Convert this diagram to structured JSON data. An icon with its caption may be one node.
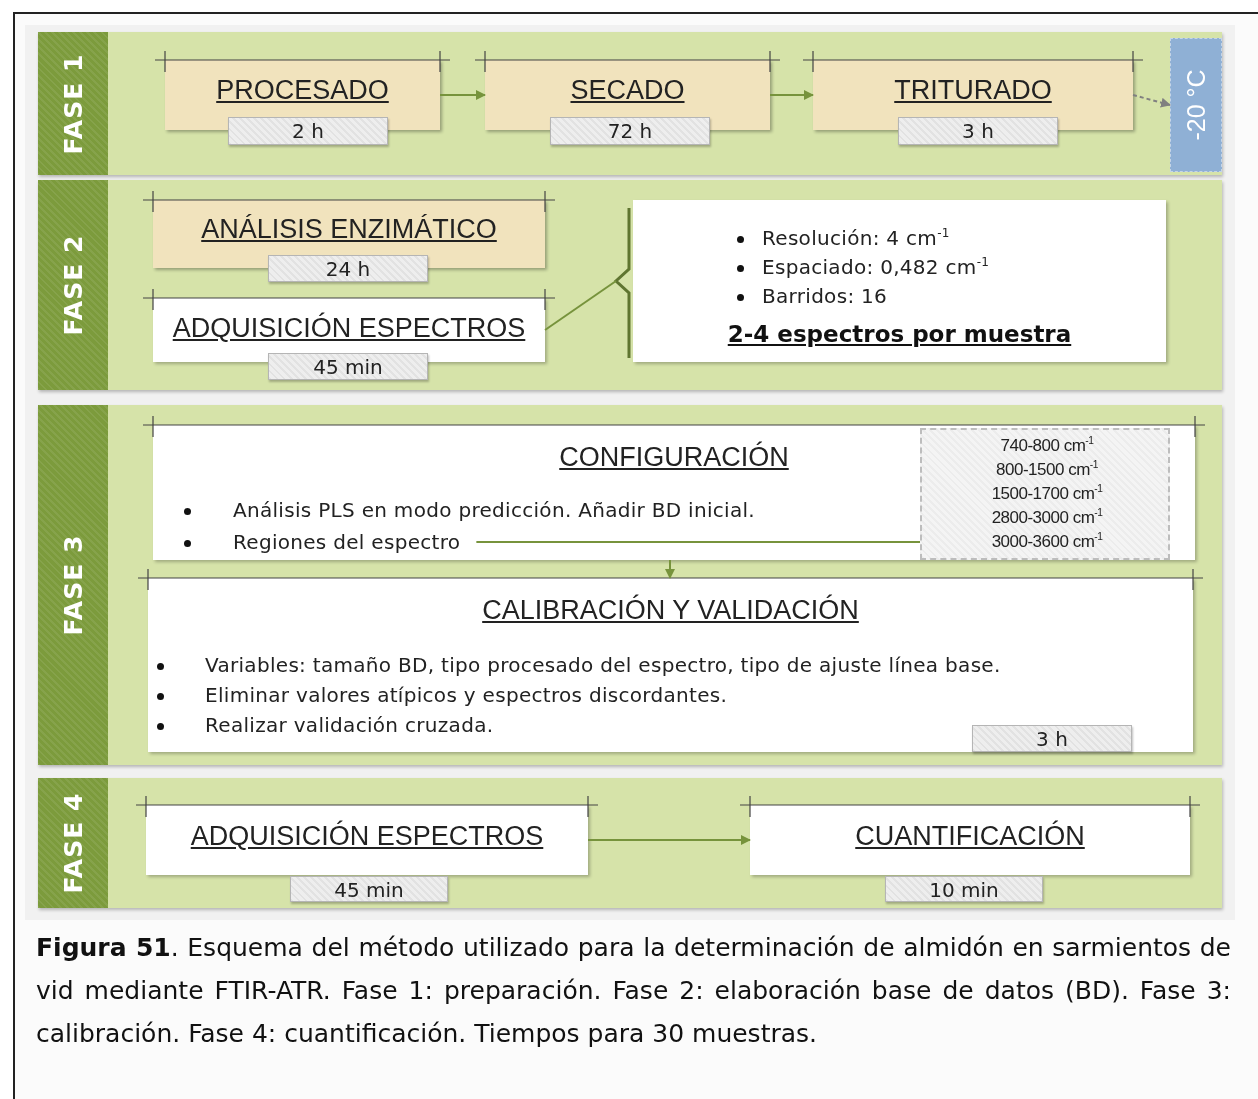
{
  "diagram": {
    "caption": "**Figura 51**. Esquema del método utilizado para la determinación de almidón en sarmientos de vid mediante FTIR-ATR. Fase 1: preparación. Fase 2: elaboración base de datos (BD). Fase 3: calibración. Fase 4: cuantificación. Tiempos para 30 muestras.",
    "nodes": [
      {
        "text": [
          "FASE 1"
        ]
      },
      {
        "text": [
          "PROCESADO",
          "2 h"
        ],
        "in": 0
      },
      {
        "text": [
          "SECADO",
          "72 h"
        ],
        "in": 0
      },
      {
        "text": [
          "TRITURADO",
          "3 h"
        ],
        "in": 0
      },
      {
        "text": [
          "-20 °C"
        ],
        "in": 0
      },
      {
        "text": [
          "FASE 2"
        ]
      },
      {
        "text": [
          "ANÁLISIS ENZIMÁTICO",
          "24 h"
        ],
        "in": 5
      },
      {
        "text": [
          "ADQUISICIÓN ESPECTROS",
          "45 min"
        ],
        "in": 5
      },
      {
        "text": [
          "Resolución: 4 cm$^{-1}$",
          "Espaciado: 0,482 cm$^{-1}$",
          "Barridos: 16",
          "2-4 espectros por muestra"
        ],
        "in": 5
      },
      {
        "text": [
          "FASE 3"
        ]
      },
      {
        "text": [
          "CONFIGURACIÓN",
          "Análisis PLS en modo predicción. Añadir BD inicial.",
          "Regiones del espectro"
        ],
        "in": 9
      },
      {
        "text": [
          "740-800 cm$^{-1}$",
          "800-1500 cm$^{-1}$",
          "1500-1700 cm$^{-1}$",
          "2800-3000 cm$^{-1}$",
          "3000-3600 cm$^{-1}$"
        ],
        "in": 10
      },
      {
        "text": [
          "CALIBRACIÓN Y VALIDACIÓN",
          "Variables: tamaño BD, tipo procesado del espectro, tipo de ajuste línea base.",
          "Eliminar valores atípicos y espectros discordantes.",
          "Realizar validación cruzada.",
          "3 h"
        ],
        "in": 9
      },
      {
        "text": [
          "FASE 4"
        ]
      },
      {
        "text": [
          "ADQUISICIÓN ESPECTROS",
          "45 min"
        ],
        "in": 13
      },
      {
        "text": [
          "CUANTIFICACIÓN",
          "10 min"
        ],
        "in": 13
      }
    ],
    "edges": [
      {
        "from": 1,
        "to": 2,
        "arrow": "to"
      },
      {
        "from": 2,
        "to": 3,
        "arrow": "to"
      },
      {
        "from": 3,
        "to": 4,
        "arrow": "to",
        "style": "dashed",
        "color": "#808080"
      },
      {
        "from": 7,
        "to": 8,
        "arrow": "none"
      },
      {
        "from": 10,
        "to": 11,
        "arrow": "none"
      },
      {
        "from": 10,
        "to": 12,
        "arrow": "to"
      },
      {
        "from": 14,
        "to": 15,
        "arrow": "to"
      }
    ]
  }
}
